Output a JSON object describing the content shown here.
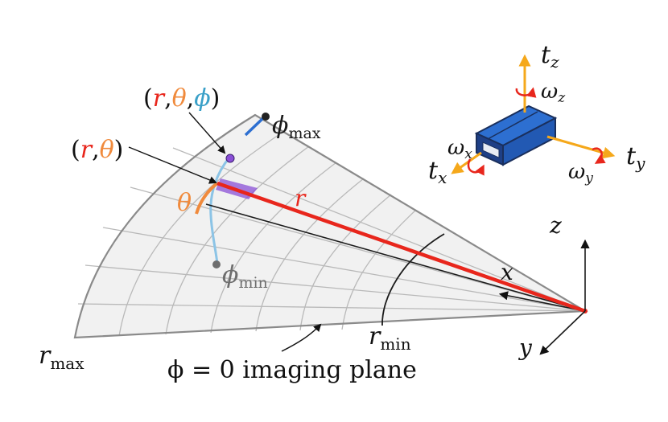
{
  "labels": {
    "r_theta_phi": {
      "open": "(",
      "r": "r",
      "c1": ",",
      "theta": "θ",
      "c2": ",",
      "phi": "ϕ",
      "close": ")"
    },
    "r_theta": {
      "open": "(",
      "r": "r",
      "c1": ",",
      "theta": "θ",
      "close": ")"
    },
    "phi_max": {
      "sym": "ϕ",
      "sub": "max"
    },
    "phi_min": {
      "sym": "ϕ",
      "sub": "min"
    },
    "theta": "θ",
    "r": "r",
    "r_max": {
      "sym": "r",
      "sub": "max"
    },
    "r_min": {
      "sym": "r",
      "sub": "min"
    },
    "imaging_plane": "ϕ = 0 imaging plane",
    "axes": {
      "x": "x",
      "y": "y",
      "z": "z"
    },
    "sensor": {
      "tx": {
        "sym": "t",
        "sub": "x"
      },
      "ty": {
        "sym": "t",
        "sub": "y"
      },
      "tz": {
        "sym": "t",
        "sub": "z"
      },
      "wx": {
        "sym": "ω",
        "sub": "x"
      },
      "wy": {
        "sym": "ω",
        "sub": "y"
      },
      "wz": {
        "sym": "ω",
        "sub": "z"
      }
    }
  },
  "colors": {
    "red": "#e8261c",
    "orange": "#f08a3c",
    "phi_blue": "#3aa0c8",
    "light_blue": "#8cc4e6",
    "purple": "#8a4fd6",
    "fan_fill": "#f1f1f1",
    "grid": "#b9b9b9",
    "fan_edge": "#8a8a8a",
    "sensor_blue": "#2d6fd1",
    "sensor_dark": "#1a2f5c",
    "arrow_yellow": "#f5a81b"
  }
}
